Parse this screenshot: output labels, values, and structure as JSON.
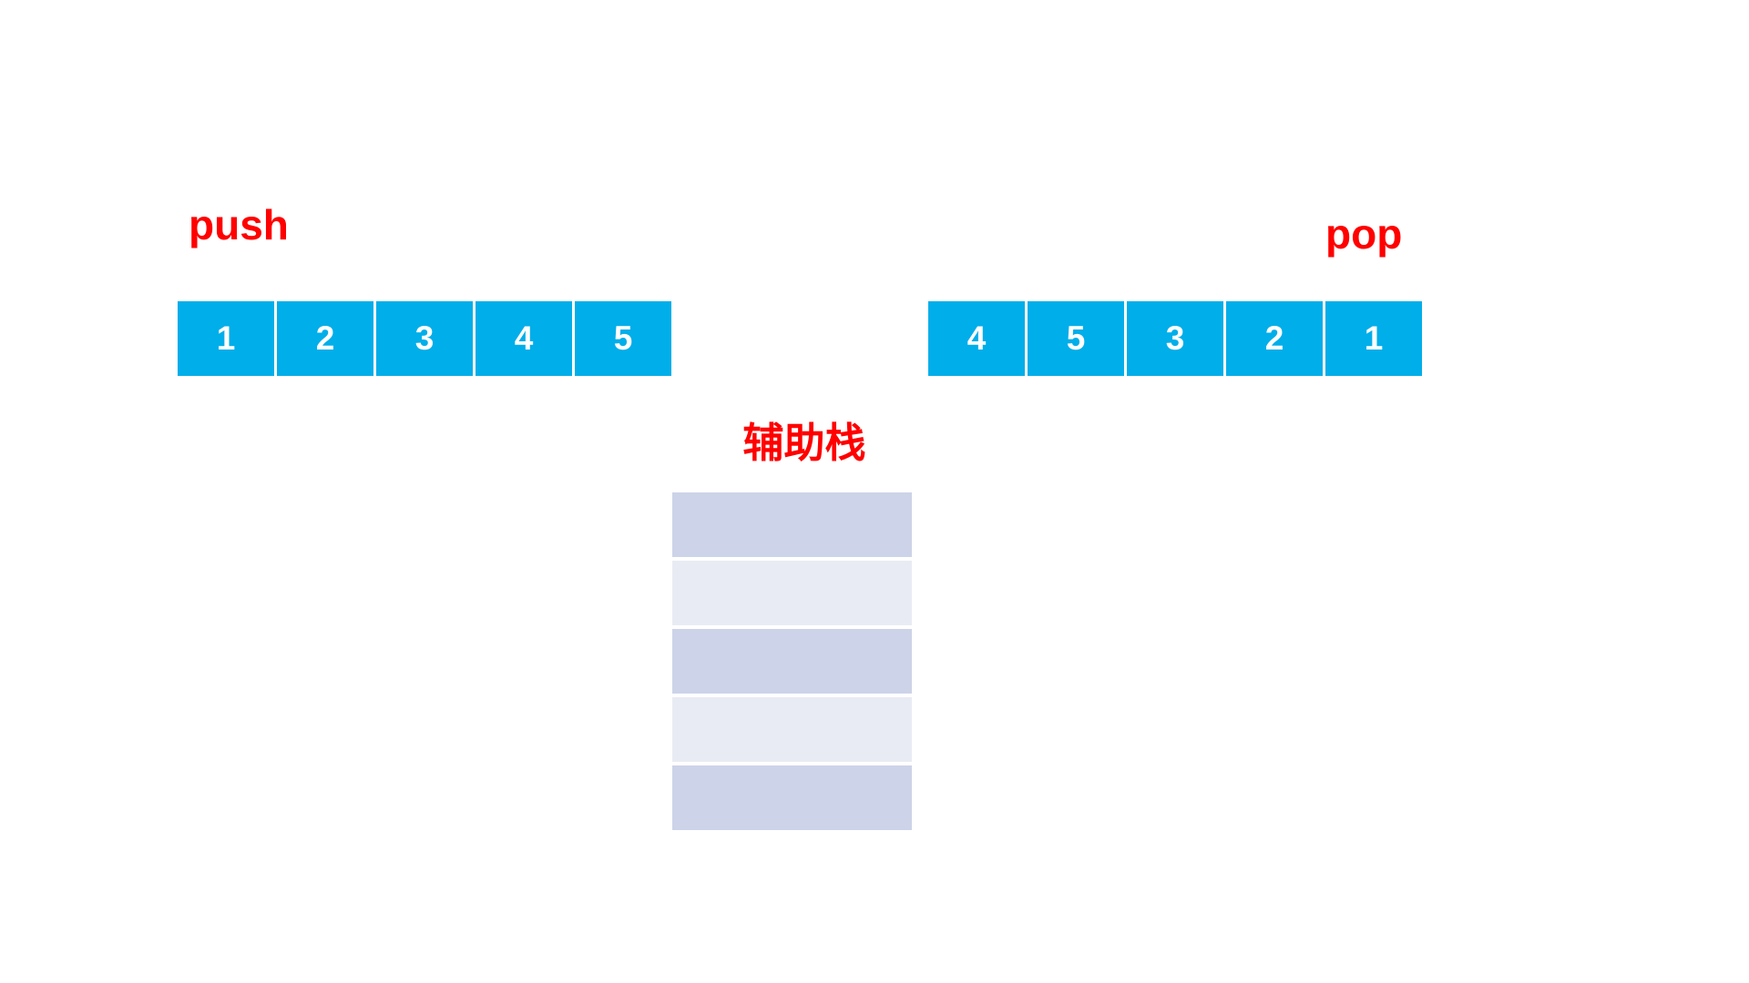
{
  "page": {
    "background": "#FFFFFF"
  },
  "colors": {
    "page_bg": "#FFFFFF",
    "label_red": "#FF0000",
    "cell_cyan": "#00AEE9",
    "cell_text": "#FFFFFF",
    "aux_dark": "#CDD3E8",
    "aux_light": "#E9EBF4"
  },
  "push_section": {
    "label": "push",
    "values": [
      "1",
      "2",
      "3",
      "4",
      "5"
    ]
  },
  "pop_section": {
    "label": "pop",
    "values": [
      "4",
      "5",
      "3",
      "2",
      "1"
    ]
  },
  "aux_stack": {
    "label": "辅助栈",
    "slot_count": 5,
    "slots": [
      "",
      "",
      "",
      "",
      ""
    ]
  }
}
